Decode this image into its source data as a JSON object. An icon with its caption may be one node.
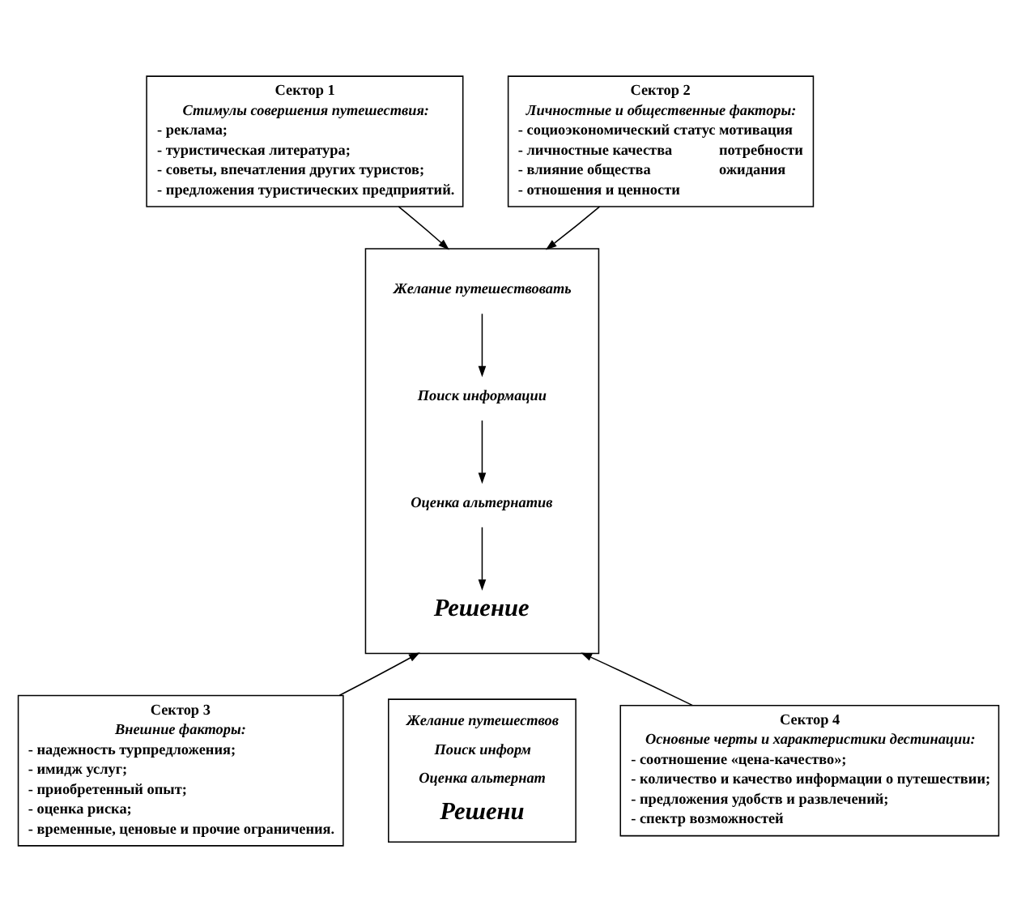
{
  "diagram": {
    "nodes": [
      {
        "text": [
          "Сектор 1",
          "Стимулы совершения путешествия:",
          "- реклама;",
          "- туристическая литература;",
          "- советы, впечатления других туристов;",
          "- предложения туристических предприятий."
        ]
      },
      {
        "text": [
          "Сектор 2",
          "Личностные и общественные факторы:",
          "- социоэкономический статус",
          "- личностные качества",
          "- влияние общества",
          "- отношения и ценности",
          "мотивация",
          "потребности",
          "ожидания"
        ]
      },
      {
        "text": [],
        "shape": "box"
      },
      {
        "text": [
          "Желание путешествовать"
        ],
        "in": 2
      },
      {
        "text": [
          "Поиск информации"
        ],
        "in": 2
      },
      {
        "text": [
          "Оценка альтернатив"
        ],
        "in": 2
      },
      {
        "text": [
          "Решение"
        ],
        "in": 2
      },
      {
        "text": [
          "Сектор 3",
          "Внешние факторы:",
          "- надежность турпредложения;",
          "- имидж услуг;",
          "- приобретенный опыт;",
          "- оценка риска;",
          "- временные, ценовые и прочие ограничения."
        ]
      },
      {
        "text": [
          "Желание путешествов",
          "Поиск информ",
          "Оценка альтернат",
          "Решени"
        ]
      },
      {
        "text": [
          "Сектор 4",
          "Основные черты и характеристики дестинации:",
          "- соотношение «цена-качество»;",
          "- количество и качество информации о путешествии;",
          "- предложения удобств и развлечений;",
          "- спектр возможностей"
        ]
      }
    ],
    "edges": [
      {
        "from": 0,
        "to": 2,
        "arrow": "to"
      },
      {
        "from": 1,
        "to": 2,
        "arrow": "to"
      },
      {
        "from": 3,
        "to": 4,
        "arrow": "to"
      },
      {
        "from": 4,
        "to": 5,
        "arrow": "to"
      },
      {
        "from": 5,
        "to": 6,
        "arrow": "to"
      },
      {
        "from": 7,
        "to": 2,
        "arrow": "to"
      },
      {
        "from": 9,
        "to": 2,
        "arrow": "to"
      }
    ]
  }
}
